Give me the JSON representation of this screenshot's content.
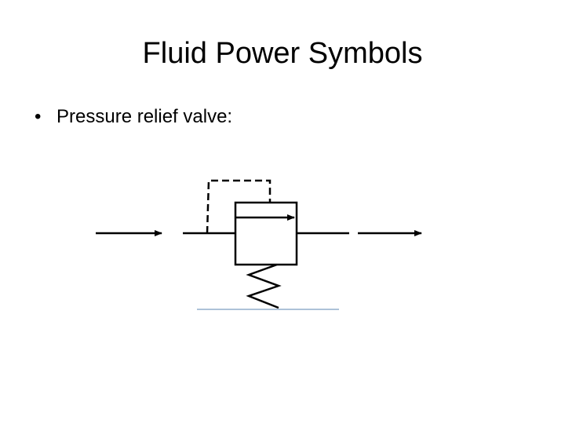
{
  "slide": {
    "title": "Fluid Power Symbols",
    "bullet_symbol": "•",
    "bullets": [
      {
        "text": "Pressure relief valve:"
      }
    ]
  },
  "diagram": {
    "symbol": "pressure-relief-valve",
    "colors": {
      "stroke": "#000000",
      "baseline": "#5b86b0"
    }
  }
}
